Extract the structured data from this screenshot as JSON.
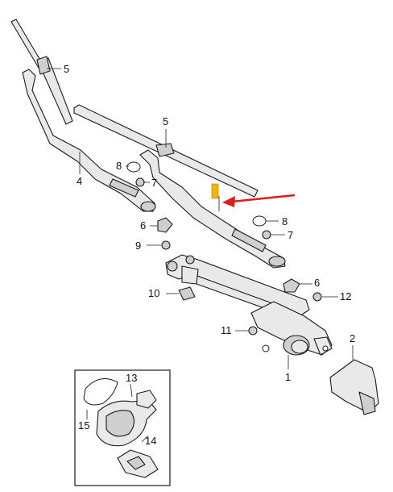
{
  "callouts": {
    "c1": "1",
    "c2": "2",
    "c4": "4",
    "c5a": "5",
    "c5b": "5",
    "c6a": "6",
    "c6b": "6",
    "c7a": "7",
    "c7b": "7",
    "c8a": "8",
    "c8b": "8",
    "c9": "9",
    "c10": "10",
    "c11": "11",
    "c12": "12",
    "c13": "13",
    "c14": "14",
    "c15": "15"
  },
  "colors": {
    "highlight_arrow": "#e01b1b",
    "highlight_marker": "#f2b705"
  }
}
